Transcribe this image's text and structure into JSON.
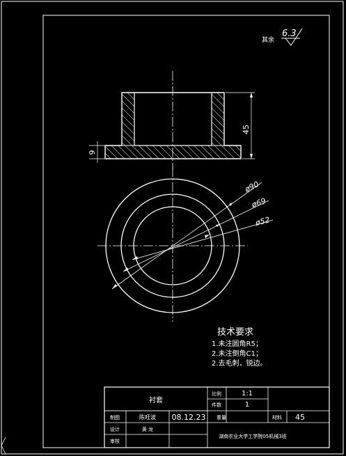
{
  "roughness": {
    "label": "其余",
    "value": "6.3"
  },
  "dimensions": {
    "height_total": "45",
    "flange_thickness": "9",
    "dia_outer": "ø90",
    "dia_middle": "ø69",
    "dia_inner": "ø52"
  },
  "notes": {
    "title": "技术要求",
    "items": [
      "1.未注圆角R5；",
      "2.未注倒角C1；",
      "2.去毛刺，锐边。"
    ]
  },
  "title_block": {
    "part_name": "衬套",
    "scale_label": "比例",
    "scale_value": "1:1",
    "qty_label": "件数",
    "qty_value": "1",
    "drawn_label": "制图",
    "drawn_name": "陈旺波",
    "drawn_date": "08.12.23",
    "weight_label": "重量",
    "material_label": "材料",
    "material_value": "45",
    "design_label": "设计",
    "design_name": "黄 龙",
    "check_label": "审核",
    "school": "湖南农业大学工学院05机械3班"
  },
  "colors": {
    "background": "#000000",
    "lines": "#ffffff"
  }
}
